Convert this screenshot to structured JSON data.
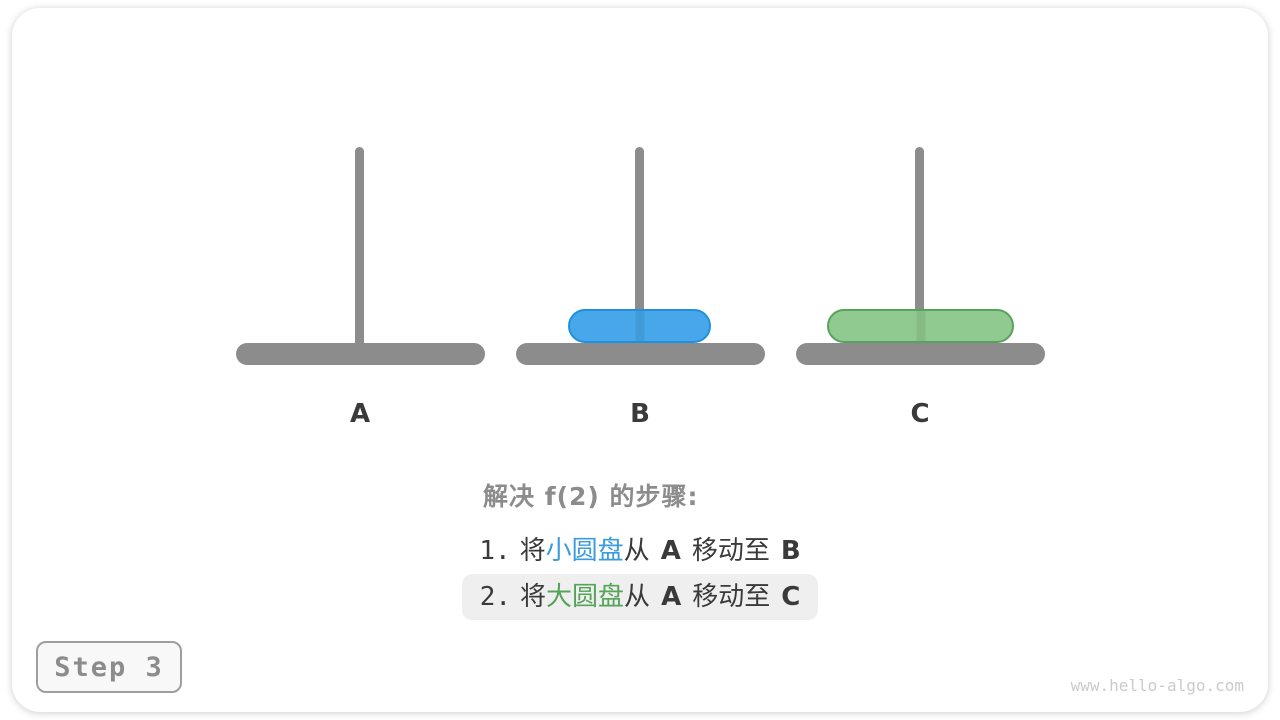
{
  "page": {
    "watermark": "www.hello-algo.com"
  },
  "badge": {
    "label": "Step 3"
  },
  "pegs": {
    "a": {
      "label": "A",
      "disks": []
    },
    "b": {
      "label": "B",
      "disks": [
        "small-disk"
      ]
    },
    "c": {
      "label": "C",
      "disks": [
        "large-disk"
      ]
    }
  },
  "disks": {
    "small": {
      "name": "small-disk",
      "on_peg": "B",
      "fill": "#47A7EA",
      "border": "#2090DD"
    },
    "large": {
      "name": "large-disk",
      "on_peg": "C",
      "fill": "#91CA90",
      "border": "#58A35C"
    }
  },
  "steps": {
    "title": "解决 f(2) 的步骤:",
    "item1": {
      "num": "1.",
      "verb": "将",
      "disk": "小圆盘",
      "from_word": "从",
      "from": "A",
      "move_word": "移动至",
      "to": "B",
      "highlighted": false
    },
    "item2": {
      "num": "2.",
      "verb": "将",
      "disk": "大圆盘",
      "from_word": "从",
      "from": "A",
      "move_word": "移动至",
      "to": "C",
      "highlighted": true
    }
  },
  "colors": {
    "accent_blue": "#3B9CDC",
    "accent_green": "#56A45A",
    "gray_structure": "#8C8C8C",
    "dark_text": "#3A3A3A",
    "title_gray": "#8C8C8C",
    "highlight_bg": "#EFEFEF"
  }
}
